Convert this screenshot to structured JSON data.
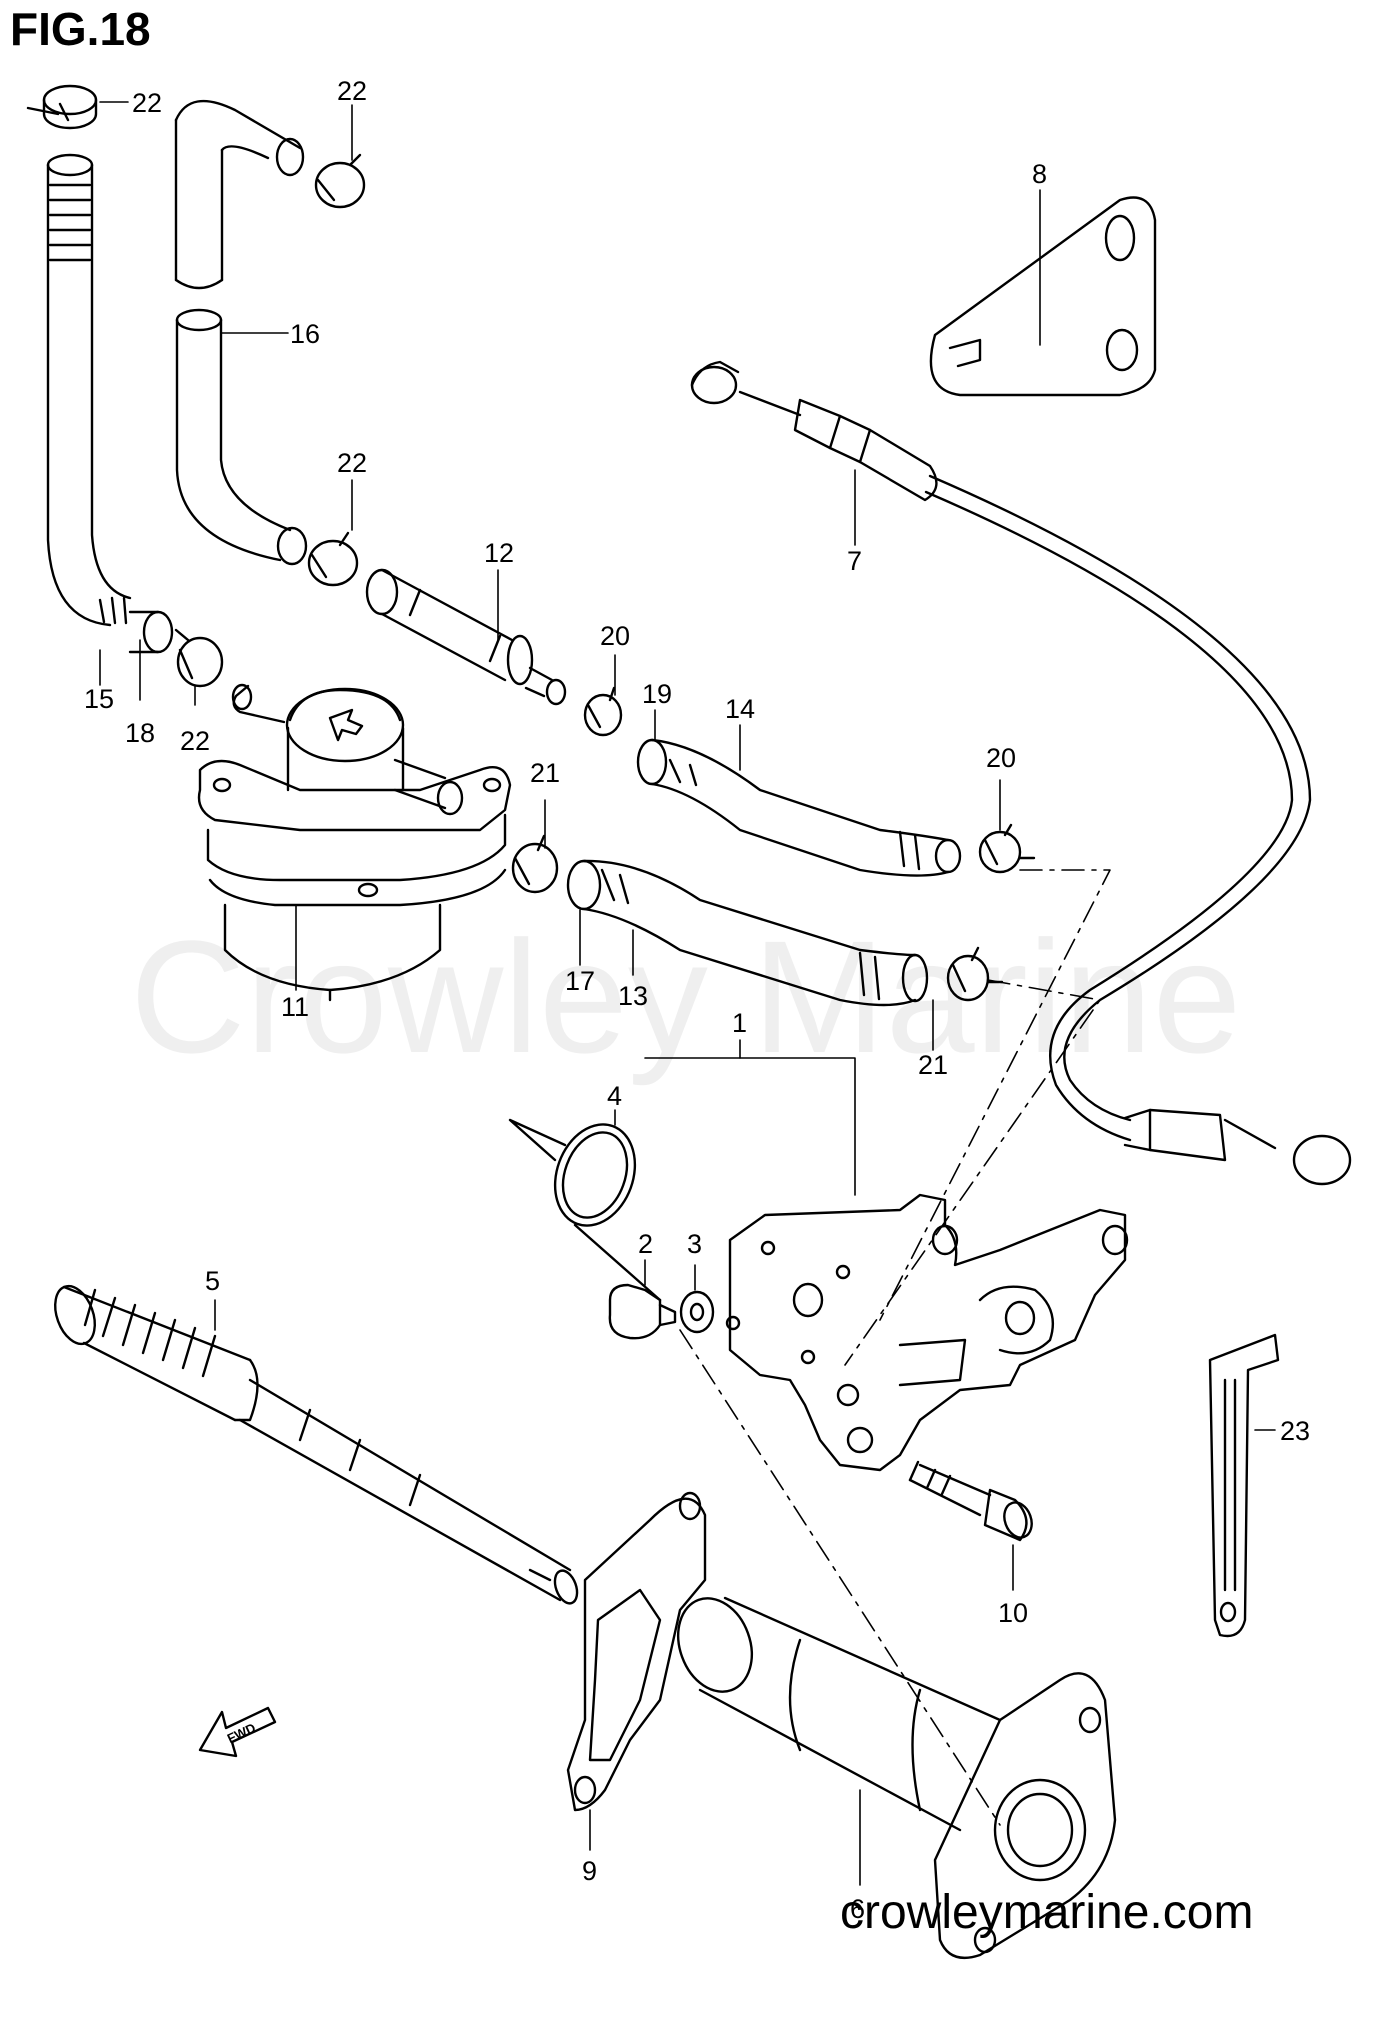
{
  "figure": {
    "title": "FIG.18",
    "watermark": "Crowley Marine",
    "website": "crowleymarine.com",
    "fwd_label": "FWD"
  },
  "callouts": [
    "22",
    "22",
    "16",
    "22",
    "12",
    "8",
    "7",
    "20",
    "19",
    "14",
    "15",
    "18",
    "22",
    "21",
    "20",
    "11",
    "17",
    "13",
    "21",
    "1",
    "4",
    "2",
    "3",
    "5",
    "23",
    "10",
    "9",
    "6"
  ]
}
